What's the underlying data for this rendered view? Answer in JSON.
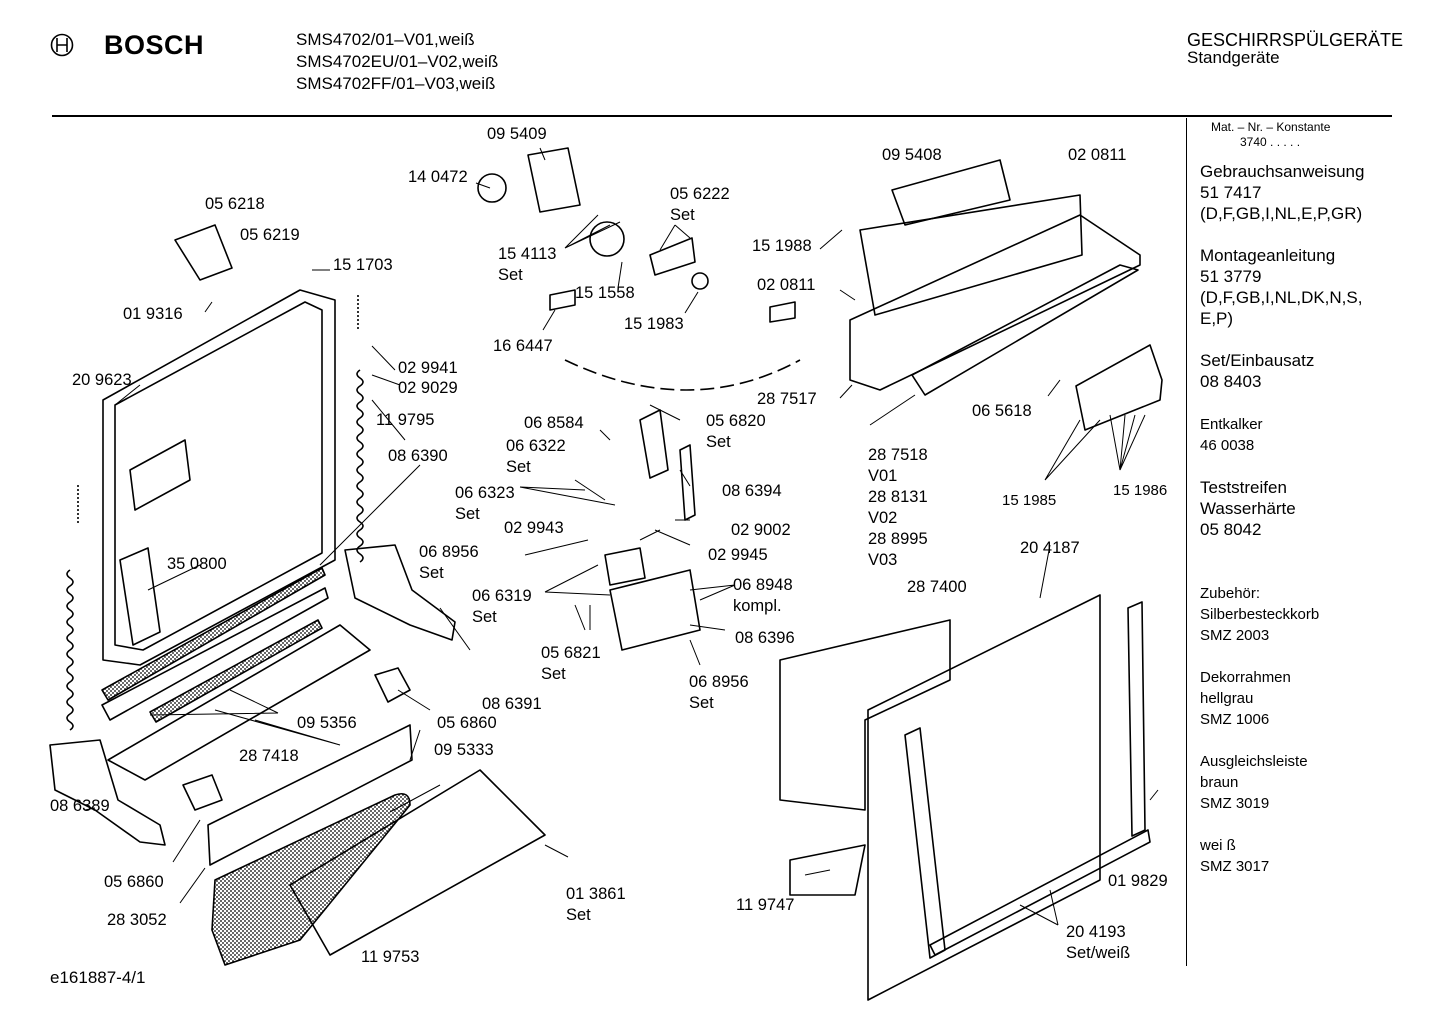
{
  "brand": "BOSCH",
  "models": [
    "SMS4702/01–V01,weiß",
    "SMS4702EU/01–V02,weiß",
    "SMS4702FF/01–V03,weiß"
  ],
  "category": {
    "title": "GESCHIRRSPÜLGERÄTE",
    "subtitle": "Standgeräte"
  },
  "sidebar": {
    "matnr_label": "Mat. – Nr. – Konstante",
    "matnr_value": "3740  .  .  .  .  .",
    "sections": [
      {
        "lines": [
          "Gebrauchsanweisung",
          "51 7417",
          "(D,F,GB,I,NL,E,P,GR)"
        ]
      },
      {
        "lines": [
          "Montageanleitung",
          "51 3779",
          "(D,F,GB,I,NL,DK,N,S,",
          "E,P)"
        ]
      },
      {
        "lines": [
          "Set/Einbausatz",
          "08 8403"
        ]
      },
      {
        "lines": [
          "Entkalker",
          "46 0038"
        ]
      },
      {
        "lines": [
          "Teststreifen",
          "Wasserhärte",
          "05 8042"
        ]
      },
      {
        "lines": [
          "Zubehör:",
          "Silberbesteckkorb",
          "SMZ 2003"
        ]
      },
      {
        "lines": [
          "Dekorrahmen",
          "hellgrau",
          "SMZ 1006"
        ]
      },
      {
        "lines": [
          "Ausgleichsleiste",
          "braun",
          "SMZ 3019"
        ]
      },
      {
        "lines": [
          "wei ß",
          "SMZ 3017"
        ]
      }
    ]
  },
  "parts": [
    {
      "t": "09 5409"
    },
    {
      "t": "14 0472"
    },
    {
      "t": "05 6222"
    },
    {
      "t": "Set"
    },
    {
      "t": "05 6218"
    },
    {
      "t": "05 6219"
    },
    {
      "t": "15 4113"
    },
    {
      "t": "Set"
    },
    {
      "t": "15 1703"
    },
    {
      "t": "15 1558"
    },
    {
      "t": "01 9316"
    },
    {
      "t": "15 1983"
    },
    {
      "t": "16 6447"
    },
    {
      "t": "02 9941"
    },
    {
      "t": "02 9029"
    },
    {
      "t": "20 9623"
    },
    {
      "t": "11 9795"
    },
    {
      "t": "09 5408"
    },
    {
      "t": "02 0811"
    },
    {
      "t": "15 1988"
    },
    {
      "t": "02 0811"
    },
    {
      "t": "28 7517"
    },
    {
      "t": "06 5618"
    },
    {
      "t": "06 8584"
    },
    {
      "t": "05 6820"
    },
    {
      "t": "Set"
    },
    {
      "t": "06 6322"
    },
    {
      "t": "Set"
    },
    {
      "t": "08 6390"
    },
    {
      "t": "06 6323"
    },
    {
      "t": "Set"
    },
    {
      "t": "08 6394"
    },
    {
      "t": "02 9943"
    },
    {
      "t": "02 9002"
    },
    {
      "t": "02 9945"
    },
    {
      "t": "06 8956"
    },
    {
      "t": "Set"
    },
    {
      "t": "35 0800"
    },
    {
      "t": "06 6319"
    },
    {
      "t": "Set"
    },
    {
      "t": "06 8948"
    },
    {
      "t": "kompl."
    },
    {
      "t": "08 6396"
    },
    {
      "t": "05 6821"
    },
    {
      "t": "Set"
    },
    {
      "t": "06 8956"
    },
    {
      "t": "Set"
    },
    {
      "t": "08 6391"
    },
    {
      "t": "09 5356"
    },
    {
      "t": "05 6860"
    },
    {
      "t": "28 7418"
    },
    {
      "t": "09 5333"
    },
    {
      "t": "08 6389"
    },
    {
      "t": "05 6860"
    },
    {
      "t": "28 3052"
    },
    {
      "t": "01 3861"
    },
    {
      "t": "Set"
    },
    {
      "t": "11 9753"
    },
    {
      "t": "28 7518"
    },
    {
      "t": "V01"
    },
    {
      "t": "28 8131"
    },
    {
      "t": "V02"
    },
    {
      "t": "28 8995"
    },
    {
      "t": "V03"
    },
    {
      "t": "15 1985"
    },
    {
      "t": "15 1986"
    },
    {
      "t": "20 4187"
    },
    {
      "t": "28 7400"
    },
    {
      "t": "11 9747"
    },
    {
      "t": "01 9829"
    },
    {
      "t": "20 4193"
    },
    {
      "t": "Set/weiß"
    }
  ],
  "doc_id": "e161887-4/1"
}
